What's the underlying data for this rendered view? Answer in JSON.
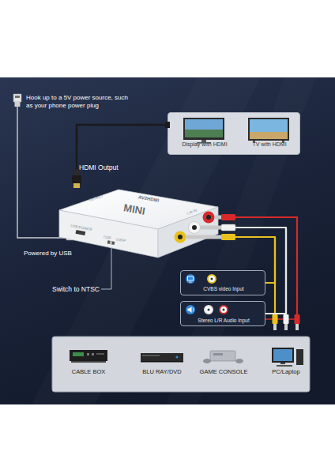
{
  "diagram": {
    "nodes": [
      {
        "text": [
          "Display with HDMI",
          "TV with HDMI"
        ]
      },
      {
        "text": [
          "AV2HDMI",
          "MINI"
        ]
      },
      {
        "text": [
          "CVBS video Input"
        ]
      },
      {
        "text": [
          "Stereo L/R Audio Input"
        ]
      },
      {
        "text": [
          "CABLE BOX"
        ]
      },
      {
        "text": [
          "BLU RAY/DVD"
        ]
      },
      {
        "text": [
          "GAME CONSOLE"
        ]
      },
      {
        "text": [
          "PC/Laptop"
        ]
      }
    ],
    "edges": [
      {
        "from": 1,
        "to": 0,
        "arrow": "none",
        "label": "HDMI Output"
      },
      {
        "from": 2,
        "to": 1,
        "arrow": "none"
      },
      {
        "from": 3,
        "to": 1,
        "arrow": "none"
      }
    ],
    "labels": [
      "Hook up to a 5V power source, such as your phone power plug",
      "Powered by USB",
      "Switch to NTSC",
      "OUTPUT",
      "USB/POWER",
      "720P",
      "1080P",
      "L/R IN"
    ]
  }
}
